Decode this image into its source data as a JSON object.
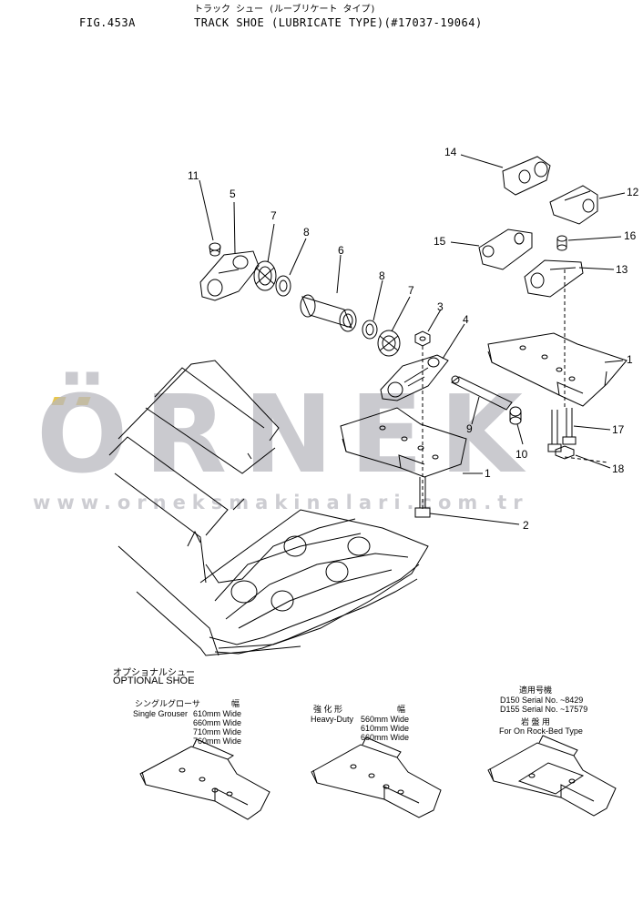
{
  "header": {
    "fig": "FIG.453A",
    "title_jp": "トラック シュー (ルーブリケート タイプ)",
    "title_en": "TRACK SHOE (LUBRICATE TYPE)(#17037-19064)"
  },
  "watermark": {
    "brand": "ÖRNEK",
    "url": "www.orneksmakinalari.com.tr"
  },
  "callouts": [
    "14",
    "12",
    "11",
    "5",
    "7",
    "8",
    "6",
    "15",
    "16",
    "13",
    "8",
    "7",
    "3",
    "4",
    "1",
    "9",
    "10",
    "17",
    "18",
    "1",
    "2"
  ],
  "optional": {
    "jp": "オプショナルシュー",
    "en": "OPTIONAL SHOE"
  },
  "single": {
    "jp_label": "シングルグローサ",
    "jp_width": "幅",
    "label": "Single Grouser",
    "widths": [
      "610mm Wide",
      "660mm Wide",
      "710mm Wide",
      "760mm Wide"
    ]
  },
  "heavy": {
    "jp_label": "強 化 形",
    "jp_width": "幅",
    "label": "Heavy-Duty",
    "widths": [
      "560mm Wide",
      "610mm Wide",
      "660mm Wide"
    ]
  },
  "rock": {
    "jp_serial": "適用号機",
    "serials": [
      "D150 Serial No. ~8429",
      "D155 Serial No. ~17579"
    ],
    "jp_use": "岩 盤 用",
    "use": "For On Rock-Bed Type"
  },
  "colors": {
    "line": "#000000",
    "watermark_gray": "#b9b9c0",
    "watermark_yellow": "#e8c64a"
  }
}
